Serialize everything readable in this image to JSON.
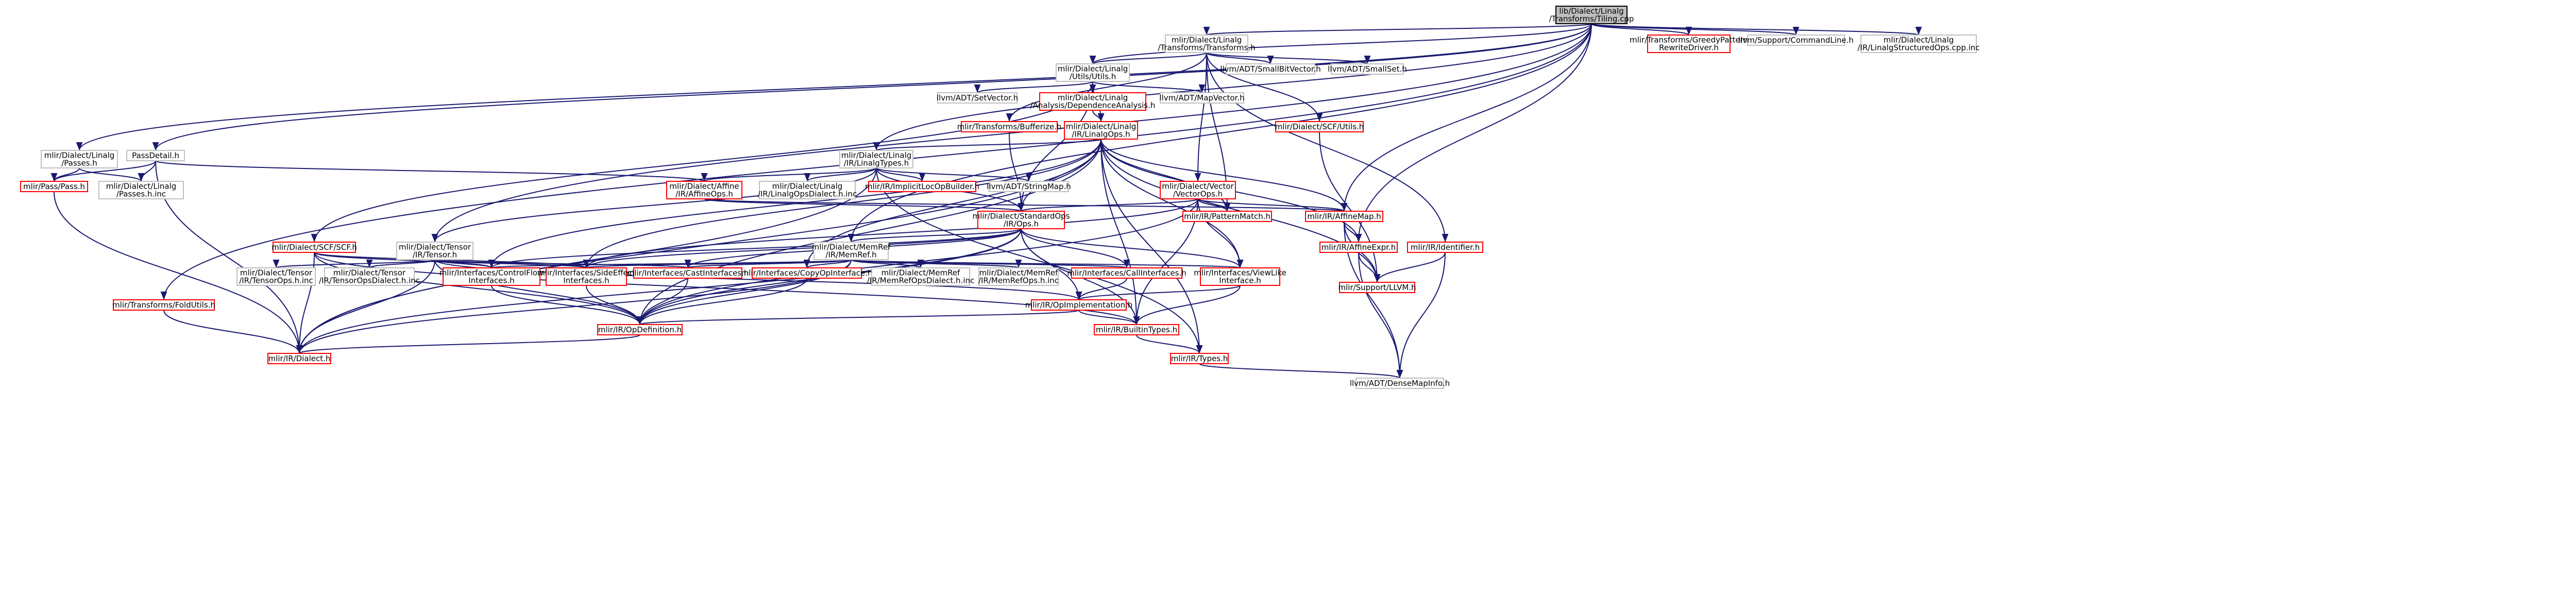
{
  "graph": {
    "colors": {
      "root_fill": "#bfbfbf",
      "root_border": "#000000",
      "node_fill": "#ffffff",
      "documented_border": "#ff0000",
      "external_border": "#bfbfbf",
      "edge": "#191970"
    },
    "nodes": [
      {
        "id": "root",
        "lines": [
          "lib/Dialect/Linalg",
          "/Transforms/Tiling.cpp"
        ],
        "kind": "root"
      },
      {
        "id": "transforms_h",
        "lines": [
          "mlir/Dialect/Linalg",
          "/Transforms/Transforms.h"
        ],
        "kind": "external"
      },
      {
        "id": "greedy_driver",
        "lines": [
          "mlir/Transforms/GreedyPattern",
          "RewriteDriver.h"
        ],
        "kind": "documented"
      },
      {
        "id": "commandline",
        "lines": [
          "llvm/Support/CommandLine.h"
        ],
        "kind": "external"
      },
      {
        "id": "structured_ops_inc",
        "lines": [
          "mlir/Dialect/Linalg",
          "/IR/LinalgStructuredOps.cpp.inc"
        ],
        "kind": "external"
      },
      {
        "id": "utils_h",
        "lines": [
          "mlir/Dialect/Linalg",
          "/Utils/Utils.h"
        ],
        "kind": "external"
      },
      {
        "id": "smallbitvector",
        "lines": [
          "llvm/ADT/SmallBitVector.h"
        ],
        "kind": "external"
      },
      {
        "id": "smallset",
        "lines": [
          "llvm/ADT/SmallSet.h"
        ],
        "kind": "external"
      },
      {
        "id": "setvector",
        "lines": [
          "llvm/ADT/SetVector.h"
        ],
        "kind": "external"
      },
      {
        "id": "dependence",
        "lines": [
          "mlir/Dialect/Linalg",
          "/Analysis/DependenceAnalysis.h"
        ],
        "kind": "documented"
      },
      {
        "id": "mapvector",
        "lines": [
          "llvm/ADT/MapVector.h"
        ],
        "kind": "external"
      },
      {
        "id": "bufferize",
        "lines": [
          "mlir/Transforms/Bufferize.h"
        ],
        "kind": "documented"
      },
      {
        "id": "linalgops_h",
        "lines": [
          "mlir/Dialect/Linalg",
          "/IR/LinalgOps.h"
        ],
        "kind": "documented"
      },
      {
        "id": "scf_utils",
        "lines": [
          "mlir/Dialect/SCF/Utils.h"
        ],
        "kind": "documented"
      },
      {
        "id": "passes_h",
        "lines": [
          "mlir/Dialect/Linalg",
          "/Passes.h"
        ],
        "kind": "external"
      },
      {
        "id": "passdetail",
        "lines": [
          "PassDetail.h"
        ],
        "kind": "external"
      },
      {
        "id": "linalgtypes",
        "lines": [
          "mlir/Dialect/Linalg",
          "/IR/LinalgTypes.h"
        ],
        "kind": "external"
      },
      {
        "id": "mlir_pass",
        "lines": [
          "mlir/Pass/Pass.h"
        ],
        "kind": "documented"
      },
      {
        "id": "passes_inc",
        "lines": [
          "mlir/Dialect/Linalg",
          "/Passes.h.inc"
        ],
        "kind": "external"
      },
      {
        "id": "affineops",
        "lines": [
          "mlir/Dialect/Affine",
          "/IR/AffineOps.h"
        ],
        "kind": "documented"
      },
      {
        "id": "linalgopsdialect_inc",
        "lines": [
          "mlir/Dialect/Linalg",
          "/IR/LinalgOpsDialect.h.inc"
        ],
        "kind": "external"
      },
      {
        "id": "implicitloc",
        "lines": [
          "mlir/IR/ImplicitLocOpBuilder.h"
        ],
        "kind": "documented"
      },
      {
        "id": "stringmap",
        "lines": [
          "llvm/ADT/StringMap.h"
        ],
        "kind": "external"
      },
      {
        "id": "vectorops",
        "lines": [
          "mlir/Dialect/Vector",
          "/VectorOps.h"
        ],
        "kind": "documented"
      },
      {
        "id": "standardops",
        "lines": [
          "mlir/Dialect/StandardOps",
          "/IR/Ops.h"
        ],
        "kind": "documented"
      },
      {
        "id": "patternmatch",
        "lines": [
          "mlir/IR/PatternMatch.h"
        ],
        "kind": "documented"
      },
      {
        "id": "affinemap",
        "lines": [
          "mlir/IR/AffineMap.h"
        ],
        "kind": "documented"
      },
      {
        "id": "identifier",
        "lines": [
          "mlir/IR/Identifier.h"
        ],
        "kind": "documented"
      },
      {
        "id": "scf_h",
        "lines": [
          "mlir/Dialect/SCF/SCF.h"
        ],
        "kind": "documented"
      },
      {
        "id": "tensor_h",
        "lines": [
          "mlir/Dialect/Tensor",
          "/IR/Tensor.h"
        ],
        "kind": "external"
      },
      {
        "id": "memref_h",
        "lines": [
          "mlir/Dialect/MemRef",
          "/IR/MemRef.h"
        ],
        "kind": "external"
      },
      {
        "id": "affineexpr",
        "lines": [
          "mlir/IR/AffineExpr.h"
        ],
        "kind": "documented"
      },
      {
        "id": "tensorops_inc",
        "lines": [
          "mlir/Dialect/Tensor",
          "/IR/TensorOps.h.inc"
        ],
        "kind": "external"
      },
      {
        "id": "tensoropsdialect_inc",
        "lines": [
          "mlir/Dialect/Tensor",
          "/IR/TensorOpsDialect.h.inc"
        ],
        "kind": "external"
      },
      {
        "id": "controlflow",
        "lines": [
          "mlir/Interfaces/ControlFlow",
          "Interfaces.h"
        ],
        "kind": "documented"
      },
      {
        "id": "sideeffect",
        "lines": [
          "mlir/Interfaces/SideEffect",
          "Interfaces.h"
        ],
        "kind": "documented"
      },
      {
        "id": "castinterfaces",
        "lines": [
          "mlir/Interfaces/CastInterfaces.h"
        ],
        "kind": "documented"
      },
      {
        "id": "copyopinterface",
        "lines": [
          "mlir/Interfaces/CopyOpInterface.h"
        ],
        "kind": "documented"
      },
      {
        "id": "memrefopsdialect_inc",
        "lines": [
          "mlir/Dialect/MemRef",
          "/IR/MemRefOpsDialect.h.inc"
        ],
        "kind": "external"
      },
      {
        "id": "memrefops_inc",
        "lines": [
          "mlir/Dialect/MemRef",
          "/IR/MemRefOps.h.inc"
        ],
        "kind": "external"
      },
      {
        "id": "callinterfaces",
        "lines": [
          "mlir/Interfaces/CallInterfaces.h"
        ],
        "kind": "documented"
      },
      {
        "id": "viewlike",
        "lines": [
          "mlir/Interfaces/ViewLike",
          "Interface.h"
        ],
        "kind": "documented"
      },
      {
        "id": "support_llvm",
        "lines": [
          "mlir/Support/LLVM.h"
        ],
        "kind": "documented"
      },
      {
        "id": "foldutils",
        "lines": [
          "mlir/Transforms/FoldUtils.h"
        ],
        "kind": "documented"
      },
      {
        "id": "opimplementation",
        "lines": [
          "mlir/IR/OpImplementation.h"
        ],
        "kind": "documented"
      },
      {
        "id": "opdefinition",
        "lines": [
          "mlir/IR/OpDefinition.h"
        ],
        "kind": "documented"
      },
      {
        "id": "builtintypes",
        "lines": [
          "mlir/IR/BuiltinTypes.h"
        ],
        "kind": "documented"
      },
      {
        "id": "dialect_h",
        "lines": [
          "mlir/IR/Dialect.h"
        ],
        "kind": "documented"
      },
      {
        "id": "types_h",
        "lines": [
          "mlir/IR/Types.h"
        ],
        "kind": "documented"
      },
      {
        "id": "densemapinfo",
        "lines": [
          "llvm/ADT/DenseMapInfo.h"
        ],
        "kind": "external"
      }
    ],
    "edges": [
      [
        "root",
        "transforms_h"
      ],
      [
        "root",
        "greedy_driver"
      ],
      [
        "root",
        "commandline"
      ],
      [
        "root",
        "structured_ops_inc"
      ],
      [
        "root",
        "utils_h"
      ],
      [
        "root",
        "passes_h"
      ],
      [
        "root",
        "passdetail"
      ],
      [
        "root",
        "linalgtypes"
      ],
      [
        "root",
        "tensor_h"
      ],
      [
        "root",
        "memref_h"
      ],
      [
        "root",
        "foldutils"
      ],
      [
        "root",
        "affinemap"
      ],
      [
        "root",
        "affineexpr"
      ],
      [
        "transforms_h",
        "utils_h"
      ],
      [
        "transforms_h",
        "smallbitvector"
      ],
      [
        "transforms_h",
        "smallset"
      ],
      [
        "transforms_h",
        "identifier"
      ],
      [
        "transforms_h",
        "scf_utils"
      ],
      [
        "transforms_h",
        "vectorops"
      ],
      [
        "transforms_h",
        "bufferize"
      ],
      [
        "transforms_h",
        "patternmatch"
      ],
      [
        "utils_h",
        "setvector"
      ],
      [
        "utils_h",
        "dependence"
      ],
      [
        "utils_h",
        "mapvector"
      ],
      [
        "utils_h",
        "linalgops_h"
      ],
      [
        "utils_h",
        "scf_h"
      ],
      [
        "utils_h",
        "standardops"
      ],
      [
        "dependence",
        "linalgops_h"
      ],
      [
        "bufferize",
        "standardops"
      ],
      [
        "linalgops_h",
        "linalgtypes"
      ],
      [
        "linalgops_h",
        "standardops"
      ],
      [
        "linalgops_h",
        "affinemap"
      ],
      [
        "linalgops_h",
        "support_llvm"
      ],
      [
        "linalgops_h",
        "copyopinterface"
      ],
      [
        "linalgops_h",
        "viewlike"
      ],
      [
        "linalgops_h",
        "builtintypes"
      ],
      [
        "linalgops_h",
        "opdefinition"
      ],
      [
        "linalgops_h",
        "types_h"
      ],
      [
        "linalgops_h",
        "controlflow"
      ],
      [
        "linalgops_h",
        "sideeffect"
      ],
      [
        "linalgops_h",
        "affineexpr"
      ],
      [
        "linalgops_h",
        "patternmatch"
      ],
      [
        "linalgops_h",
        "dialect_h"
      ],
      [
        "scf_utils",
        "support_llvm"
      ],
      [
        "passes_h",
        "mlir_pass"
      ],
      [
        "passes_h",
        "passes_inc"
      ],
      [
        "passdetail",
        "mlir_pass"
      ],
      [
        "passdetail",
        "passes_inc"
      ],
      [
        "passdetail",
        "affineops"
      ],
      [
        "passdetail",
        "dialect_h"
      ],
      [
        "linalgtypes",
        "affineops"
      ],
      [
        "linalgtypes",
        "linalgopsdialect_inc"
      ],
      [
        "linalgtypes",
        "implicitloc"
      ],
      [
        "linalgtypes",
        "stringmap"
      ],
      [
        "linalgtypes",
        "standardops"
      ],
      [
        "linalgtypes",
        "tensor_h"
      ],
      [
        "linalgtypes",
        "dialect_h"
      ],
      [
        "linalgtypes",
        "types_h"
      ],
      [
        "mlir_pass",
        "dialect_h"
      ],
      [
        "affineops",
        "standardops"
      ],
      [
        "affineops",
        "affinemap"
      ],
      [
        "vectorops",
        "standardops"
      ],
      [
        "vectorops",
        "patternmatch"
      ],
      [
        "vectorops",
        "affinemap"
      ],
      [
        "vectorops",
        "viewlike"
      ],
      [
        "vectorops",
        "builtintypes"
      ],
      [
        "vectorops",
        "opdefinition"
      ],
      [
        "vectorops",
        "sideeffect"
      ],
      [
        "standardops",
        "memref_h"
      ],
      [
        "standardops",
        "callinterfaces"
      ],
      [
        "standardops",
        "castinterfaces"
      ],
      [
        "standardops",
        "controlflow"
      ],
      [
        "standardops",
        "sideeffect"
      ],
      [
        "standardops",
        "viewlike"
      ],
      [
        "standardops",
        "opimplementation"
      ],
      [
        "standardops",
        "builtintypes"
      ],
      [
        "standardops",
        "dialect_h"
      ],
      [
        "standardops",
        "opdefinition"
      ],
      [
        "affinemap",
        "affineexpr"
      ],
      [
        "affinemap",
        "support_llvm"
      ],
      [
        "affinemap",
        "densemapinfo"
      ],
      [
        "identifier",
        "support_llvm"
      ],
      [
        "identifier",
        "densemapinfo"
      ],
      [
        "scf_h",
        "controlflow"
      ],
      [
        "scf_h",
        "sideeffect"
      ],
      [
        "scf_h",
        "dialect_h"
      ],
      [
        "scf_h",
        "opdefinition"
      ],
      [
        "scf_h",
        "builtintypes"
      ],
      [
        "tensor_h",
        "tensorops_inc"
      ],
      [
        "tensor_h",
        "tensoropsdialect_inc"
      ],
      [
        "tensor_h",
        "controlflow"
      ],
      [
        "tensor_h",
        "sideeffect"
      ],
      [
        "tensor_h",
        "castinterfaces"
      ],
      [
        "tensor_h",
        "opimplementation"
      ],
      [
        "tensor_h",
        "opdefinition"
      ],
      [
        "tensor_h",
        "dialect_h"
      ],
      [
        "memref_h",
        "castinterfaces"
      ],
      [
        "memref_h",
        "copyopinterface"
      ],
      [
        "memref_h",
        "memrefopsdialect_inc"
      ],
      [
        "memref_h",
        "memrefops_inc"
      ],
      [
        "memref_h",
        "callinterfaces"
      ],
      [
        "memref_h",
        "viewlike"
      ],
      [
        "memref_h",
        "sideeffect"
      ],
      [
        "memref_h",
        "controlflow"
      ],
      [
        "memref_h",
        "opdefinition"
      ],
      [
        "memref_h",
        "dialect_h"
      ],
      [
        "affineexpr",
        "support_llvm"
      ],
      [
        "affineexpr",
        "densemapinfo"
      ],
      [
        "controlflow",
        "opdefinition"
      ],
      [
        "sideeffect",
        "opdefinition"
      ],
      [
        "castinterfaces",
        "opdefinition"
      ],
      [
        "copyopinterface",
        "opdefinition"
      ],
      [
        "callinterfaces",
        "opimplementation"
      ],
      [
        "viewlike",
        "opimplementation"
      ],
      [
        "viewlike",
        "builtintypes"
      ],
      [
        "foldutils",
        "dialect_h"
      ],
      [
        "opimplementation",
        "opdefinition"
      ],
      [
        "opimplementation",
        "builtintypes"
      ],
      [
        "opdefinition",
        "dialect_h"
      ],
      [
        "builtintypes",
        "types_h"
      ],
      [
        "types_h",
        "densemapinfo"
      ]
    ]
  }
}
